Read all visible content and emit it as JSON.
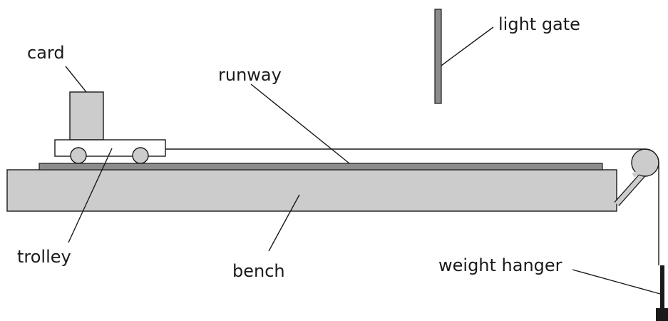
{
  "labels": {
    "card": "card",
    "light_gate": "light gate",
    "runway": "runway",
    "trolley": "trolley",
    "bench": "bench",
    "weight_hanger": "weight hanger"
  },
  "colors": {
    "fill_grey": "#cccccc",
    "dark_grey": "#8c8c8c",
    "outline": "#1a1a1a",
    "background": "#ffffff"
  }
}
